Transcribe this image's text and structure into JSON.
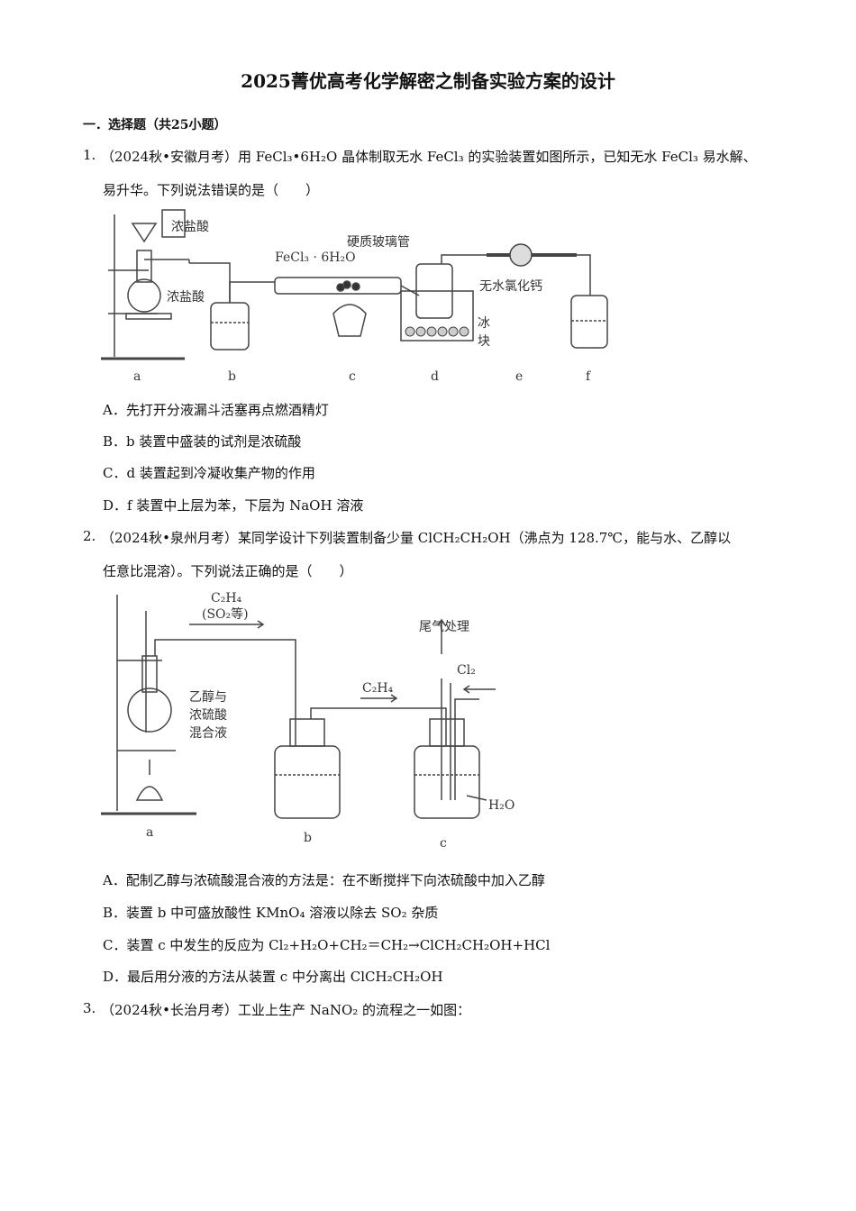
{
  "title": "2025菁优高考化学解密之制备实验方案的设计",
  "section": "一．选择题（共25小题）",
  "questions": [
    {
      "number": "1.",
      "line1": "（2024秋•安徽月考）用 FeCl₃•6H₂O 晶体制取无水 FeCl₃ 的实验装置如图所示，已知无水 FeCl₃ 易水解、",
      "line2": "易升华。下列说法错误的是（　　）",
      "figure": {
        "labels": {
          "funnel_acid": "浓盐酸",
          "flask_acid": "浓盐酸",
          "crystal": "FeCl₃ · 6H₂O",
          "tube": "硬质玻璃管",
          "cacl2": "无水氯化钙",
          "ice1": "冰",
          "ice2": "块"
        },
        "letters": [
          "a",
          "b",
          "c",
          "d",
          "e",
          "f"
        ]
      },
      "options": [
        "A．先打开分液漏斗活塞再点燃酒精灯",
        "B．b 装置中盛装的试剂是浓硫酸",
        "C．d 装置起到冷凝收集产物的作用",
        "D．f 装置中上层为苯，下层为 NaOH 溶液"
      ]
    },
    {
      "number": "2.",
      "line1": "（2024秋•泉州月考）某同学设计下列装置制备少量 ClCH₂CH₂OH（沸点为 128.7℃，能与水、乙醇以",
      "line2": "任意比混溶）。下列说法正确的是（　　）",
      "figure": {
        "labels": {
          "gas_top1": "C₂H₄",
          "gas_top2": "(SO₂等)",
          "mix1": "乙醇与",
          "mix2": "浓硫酸",
          "mix3": "混合液",
          "exhaust": "尾气处理",
          "c2h4": "C₂H₄",
          "cl2": "Cl₂",
          "h2o": "H₂O"
        },
        "letters": [
          "a",
          "b",
          "c"
        ]
      },
      "options": [
        "A．配制乙醇与浓硫酸混合液的方法是：在不断搅拌下向浓硫酸中加入乙醇",
        "B．装置 b 中可盛放酸性 KMnO₄ 溶液以除去 SO₂ 杂质",
        "C．装置 c 中发生的反应为 Cl₂+H₂O+CH₂＝CH₂→ClCH₂CH₂OH+HCl",
        "D．最后用分液的方法从装置 c 中分离出 ClCH₂CH₂OH"
      ]
    },
    {
      "number": "3.",
      "line1": "（2024秋•长治月考）工业上生产 NaNO₂ 的流程之一如图："
    }
  ]
}
